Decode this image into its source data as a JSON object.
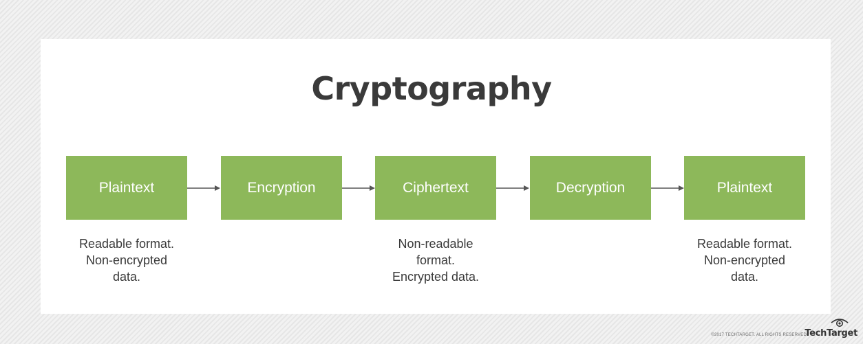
{
  "title": "Cryptography",
  "colors": {
    "step_fill": "#8db85a",
    "step_text": "#ffffff",
    "arrow": "#555555",
    "text": "#3a3a3a"
  },
  "steps": [
    {
      "label": "Plaintext",
      "description": [
        "Readable format.",
        "Non-encrypted",
        "data."
      ]
    },
    {
      "label": "Encryption",
      "description": []
    },
    {
      "label": "Ciphertext",
      "description": [
        "Non-readable",
        "format.",
        "Encrypted data."
      ]
    },
    {
      "label": "Decryption",
      "description": []
    },
    {
      "label": "Plaintext",
      "description": [
        "Readable format.",
        "Non-encrypted",
        "data."
      ]
    }
  ],
  "footer": {
    "copyright": "©2017 TECHTARGET. ALL RIGHTS RESERVED",
    "brand": "TechTarget",
    "brand_icon": "eye-icon"
  }
}
